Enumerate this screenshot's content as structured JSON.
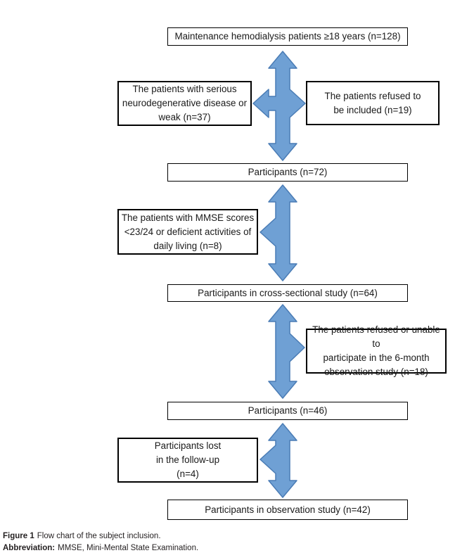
{
  "figure": {
    "caption": {
      "label": "Figure 1",
      "text": "Flow chart of the subject inclusion."
    },
    "abbreviation": {
      "label": "Abbreviation:",
      "text": "MMSE, Mini-Mental State Examination."
    }
  },
  "colors": {
    "arrow_fill": "#6FA0D4",
    "arrow_stroke": "#4A7CB5",
    "box_border": "#000000",
    "text": "#1A1A1A",
    "background": "#FFFFFF"
  },
  "flowchart": {
    "nodes": [
      {
        "id": "eligible-patients",
        "n": 128,
        "text": "Maintenance hemodialysis patients ≥18 years (n=128)"
      },
      {
        "id": "excluded-neurodegenerative",
        "n": 37,
        "text": "The patients with serious\nneurodegenerative disease or\nweak (n=37)"
      },
      {
        "id": "refused-inclusion",
        "n": 19,
        "text": "The patients refused to\nbe included (n=19)"
      },
      {
        "id": "participants",
        "n": 72,
        "text": "Participants (n=72)"
      },
      {
        "id": "excluded-mmse",
        "n": 8,
        "text": "The patients with MMSE scores\n<23/24 or deficient activities of\ndaily living (n=8)"
      },
      {
        "id": "cross-sectional-participants",
        "n": 64,
        "text": "Participants in cross-sectional study (n=64)"
      },
      {
        "id": "refused-observation",
        "n": 18,
        "text": "The patients refused or unable to\nparticipate in the 6-month\nobservation study (n=18)"
      },
      {
        "id": "followup-participants",
        "n": 46,
        "text": "Participants (n=46)"
      },
      {
        "id": "lost-followup",
        "n": 4,
        "text": "Participants lost\nin the follow-up\n(n=4)"
      },
      {
        "id": "observation-participants",
        "n": 42,
        "text": "Participants in observation study (n=42)"
      }
    ],
    "arrows": [
      {
        "name": "quad-arrow-top",
        "directions": "up-down-left-right"
      },
      {
        "name": "arrow-second",
        "directions": "up-down-left"
      },
      {
        "name": "arrow-third",
        "directions": "up-down-right"
      },
      {
        "name": "arrow-bottom",
        "directions": "up-down-left"
      }
    ]
  }
}
